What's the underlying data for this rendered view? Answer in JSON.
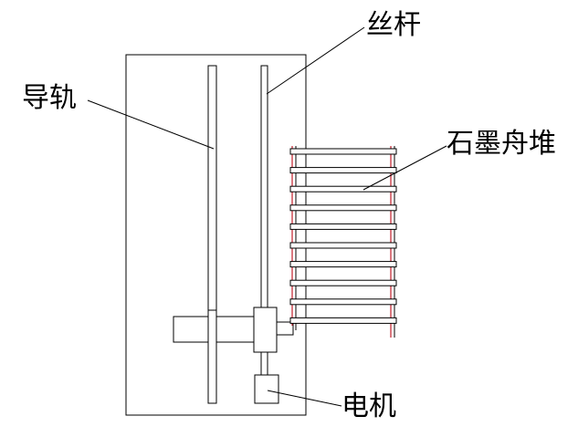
{
  "labels": {
    "guide_rail": "导轨",
    "lead_screw": "丝杆",
    "graphite_boat_stack": "石墨舟堆",
    "motor": "电机"
  },
  "boat_stack": {
    "slat_count": 10
  }
}
